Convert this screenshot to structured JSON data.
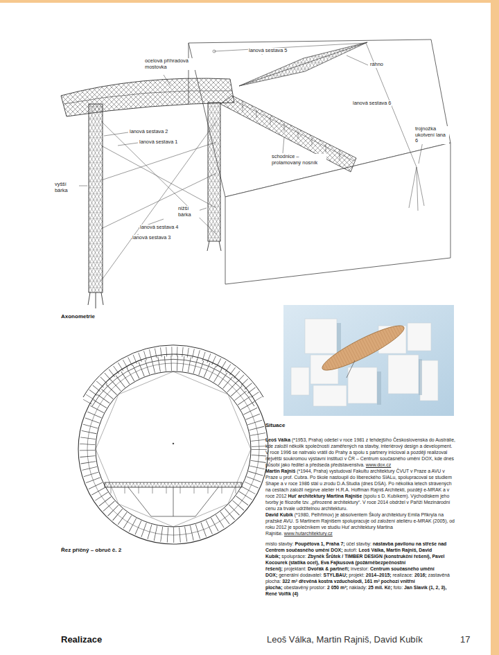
{
  "diagram": {
    "labels": [
      "ocelová příhradová mostovka",
      "lanová sestava 5",
      "ráhno",
      "lanová sestava 6",
      "trojnožka ukotvení lana 6",
      "lanová sestava 2",
      "lanová sestava 1",
      "vyšší bárka",
      "schodnice – prolamovaný nosník",
      "nižší bárka",
      "lanová sestava 4",
      "lanová sestava 3",
      "Axonometrie",
      "Situace",
      "Řez příčný – obruč č. 2",
      "Leoš Válka",
      "(*1953, Praha) odešel v roce 1981 z tehdejšího Československa do Austrálie, kde založil několik společností zaměřených na stavby, interiérový design a development. V roce 1996 se natrvalo vrátil do Prahy a spolu s partnery inicioval a později realizoval největší soukromou výstavní instituci v ČR – Centrum současného umění DOX, kde dnes působí jako ředitel a předseda představenstva.",
      "www.dox.cz",
      "Martin Rajniš",
      "(*1944, Praha) vystudoval Fakultu architektury ČVUT v Praze a AVU v Praze u prof. Cubra. Po škole nastoupil do libereckého SIALu, spolupracoval se studiem Shape a v roce 1986 stál u zrodu D.A.Studia (dnes DSA). Po několika letech strávených na cestách založil nejprve ateliér H.R.A. Hoffman Rajniš Architekti, později e-MRAK a v roce 2012",
      "Huť architektury Martina Rajniše",
      "(spolu s D. Kubíkem). Východiskem jeho tvorby je filozofie tzv. „přirozené architektury“. V roce 2014 obdržel v Paříži Mezinárodní cenu za trvale udržitelnou architekturu.",
      "David Kubík",
      "(*1980, Pelhřimov) je absolventem Školy architektury Emila Přikryla na pražské AVU. S Martinem Rajnišem spolupracuje od založení ateliéru e-MRAK (2005), od roku 2012 je společníkem ve studiu Huť architektury Martina Rajniše.",
      "www.hutarchitektury.cz",
      "místo stavby:",
      "Poupětova 1, Praha 7;",
      "účel stavby:",
      "nástavba pavilonu na střeše nad Centrem současného umění DOX;",
      "autoři:",
      "Leoš Válka, Martin Rajniš, David Kubík;",
      "spolupráce:",
      "Zbyněk Šrůtek / TIMBER DESIGN (konstrukční řešení), Pavel Kocourek (statika ocel), Eva Fajkusová (požárněbezpečnostní řešení);",
      "projektant:",
      "Dvořák & partneři;",
      "investor:",
      "Centrum současného umění DOX;",
      "generální dodavatel:",
      "STYLBAU;",
      "projekt:",
      "2014–2015;",
      "realizace:",
      "2016;",
      "zastavěná plocha:",
      "322 m² dřevěná kostra vzducholodi, 161 m² pochozí vnitřní plocha;",
      "obestavěný prostor:",
      "2 050 m³;",
      "náklady:",
      "25 mil. Kč;",
      "foto:",
      "Jan Slavík (1, 2, 3), René Volfík (4)",
      "Realizace",
      "Leoš Válka, Martin Rajniš, David Kubík",
      "17"
    ]
  }
}
